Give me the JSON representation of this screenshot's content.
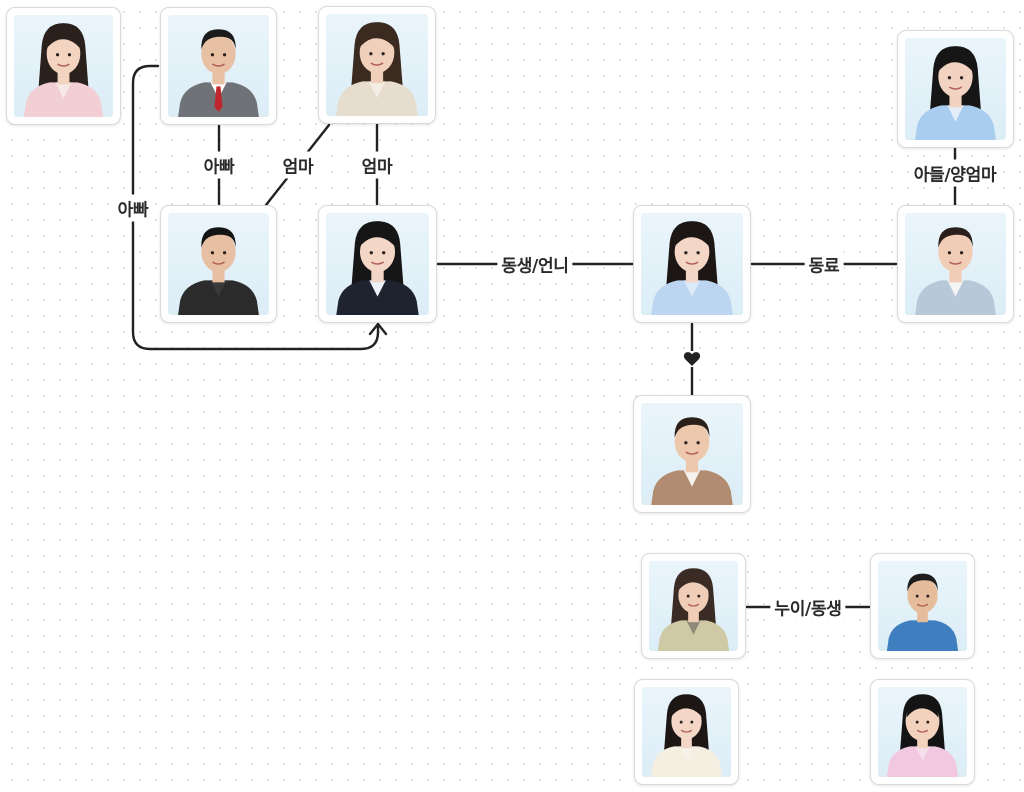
{
  "people": [
    {
      "id": "p1",
      "type": "photo",
      "gender": "female",
      "age": "senior",
      "hair": "#2a211c",
      "skin": "#f3d4c1",
      "shirt": "#f1cfd4",
      "inner": "#f6e9e6"
    },
    {
      "id": "p2",
      "type": "photo",
      "gender": "male",
      "age": "adult",
      "hair": "#1b1b1b",
      "skin": "#e8c0a3",
      "shirt": "#6f7378",
      "inner": "#ffffff",
      "tie": "#c0262d"
    },
    {
      "id": "p3",
      "type": "photo",
      "gender": "female",
      "age": "adult",
      "hair": "#3a2a20",
      "skin": "#f1d0bb",
      "shirt": "#e7ddcf",
      "inner": "#f4efe6"
    },
    {
      "id": "p4",
      "type": "photo",
      "gender": "male",
      "age": "young",
      "hair": "#141414",
      "skin": "#e7c0a3",
      "shirt": "#2b2b2b",
      "inner": "#3a3a3a"
    },
    {
      "id": "p5",
      "type": "photo",
      "gender": "female",
      "age": "young",
      "hair": "#161616",
      "skin": "#f4d6c6",
      "shirt": "#1f2330",
      "inner": "#eef2fb"
    },
    {
      "id": "p6",
      "type": "photo",
      "gender": "female",
      "age": "young",
      "hair": "#1c1614",
      "skin": "#f4d6c6",
      "shirt": "#bcd6f2",
      "inner": "#dce9f7"
    },
    {
      "id": "p7",
      "type": "photo",
      "gender": "female",
      "age": "young",
      "hair": "#161616",
      "skin": "#f2d2c0",
      "shirt": "#a9cdef",
      "inner": "#e4eef6"
    },
    {
      "id": "p8",
      "type": "photo",
      "gender": "male",
      "age": "young",
      "hair": "#2a1f1a",
      "skin": "#f0cdb4",
      "shirt": "#b7c8d8",
      "inner": "#f4f4f4"
    },
    {
      "id": "p9",
      "type": "photo",
      "gender": "male",
      "age": "young",
      "hair": "#2b2018",
      "skin": "#eec8ad",
      "shirt": "#b28c70",
      "inner": "#f6f3ee"
    },
    {
      "id": "p10",
      "type": "photo",
      "gender": "female",
      "age": "senior",
      "hair": "#3a2c25",
      "skin": "#efcdb6",
      "shirt": "#cfc9a6",
      "inner": "#8d8a7a"
    },
    {
      "id": "p11",
      "type": "photo",
      "gender": "male",
      "age": "adult",
      "hair": "#1d1d1d",
      "skin": "#e6bd9c",
      "shirt": "#3f7fc0",
      "inner": "#3f7fc0"
    },
    {
      "id": "p12",
      "type": "photo",
      "gender": "female",
      "age": "young",
      "hair": "#1c1715",
      "skin": "#f4d6c6",
      "shirt": "#f5efe2",
      "inner": "#f8f3ea"
    },
    {
      "id": "p13",
      "type": "photo",
      "gender": "female",
      "age": "child",
      "hair": "#141414",
      "skin": "#f2d1bd",
      "shirt": "#f1c8e0",
      "inner": "#f6e0ee"
    }
  ],
  "relations": [
    {
      "id": "r1",
      "label": "아빠"
    },
    {
      "id": "r2",
      "label": "엄마"
    },
    {
      "id": "r3",
      "label": "엄마"
    },
    {
      "id": "r4",
      "label": "아빠"
    },
    {
      "id": "r5",
      "label": "동생/언니"
    },
    {
      "id": "r6",
      "label": "동료"
    },
    {
      "id": "r7",
      "label": "아들/양엄마"
    },
    {
      "id": "r8",
      "label": "누이/동생"
    },
    {
      "id": "r9",
      "label": "",
      "icon": "heart-icon"
    }
  ],
  "colors": {
    "line": "#222222",
    "label_text": "#2a2a2a",
    "card_border": "#d9d9d9",
    "photo_bg": "#e6f3fa"
  }
}
